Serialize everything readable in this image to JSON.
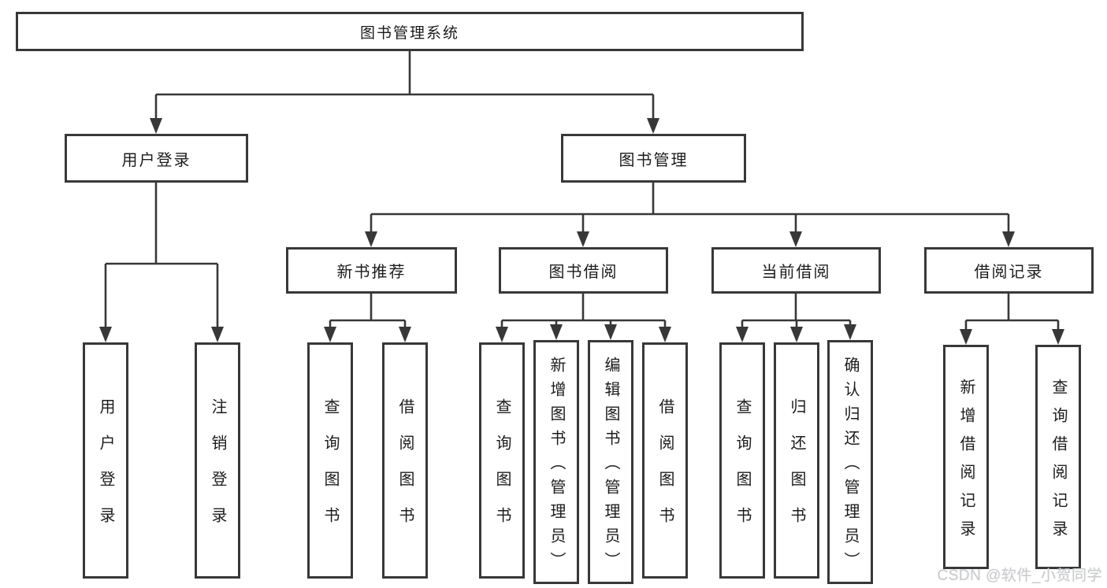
{
  "colors": {
    "bg": "#ffffff",
    "line": "#383838",
    "box_border": "#383838",
    "text": "#1c1c1c",
    "watermark": "#c8cacc"
  },
  "tree": {
    "root": "图书管理系统",
    "branches": [
      {
        "label": "用户登录",
        "children": [
          "用户登录",
          "注销登录"
        ]
      },
      {
        "label": "图书管理",
        "groups": [
          {
            "label": "新书推荐",
            "children": [
              "查询图书",
              "借阅图书"
            ]
          },
          {
            "label": "图书借阅",
            "children": [
              "查询图书",
              "新增图书（管理员）",
              "编辑图书（管理员）",
              "借阅图书"
            ]
          },
          {
            "label": "当前借阅",
            "children": [
              "查询图书",
              "归还图书",
              "确认归还（管理员）"
            ]
          },
          {
            "label": "借阅记录",
            "children": [
              "新增借阅记录",
              "查询借阅记录"
            ]
          }
        ]
      }
    ]
  },
  "watermark": {
    "text": "CSDN @软件_小贺同学"
  }
}
